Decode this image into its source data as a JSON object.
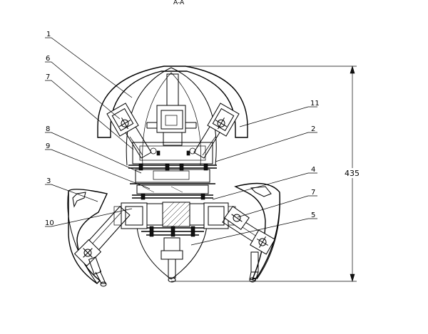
{
  "drawing": {
    "section_label": "A-A",
    "dimension_value": "435",
    "callouts": [
      {
        "id": "c1",
        "text": "1"
      },
      {
        "id": "c6",
        "text": "6"
      },
      {
        "id": "c7a",
        "text": "7"
      },
      {
        "id": "c8",
        "text": "8"
      },
      {
        "id": "c9",
        "text": "9"
      },
      {
        "id": "c3",
        "text": "3"
      },
      {
        "id": "c10",
        "text": "10"
      },
      {
        "id": "c11",
        "text": "11"
      },
      {
        "id": "c2",
        "text": "2"
      },
      {
        "id": "c4",
        "text": "4"
      },
      {
        "id": "c7b",
        "text": "7"
      },
      {
        "id": "c5",
        "text": "5"
      }
    ]
  }
}
